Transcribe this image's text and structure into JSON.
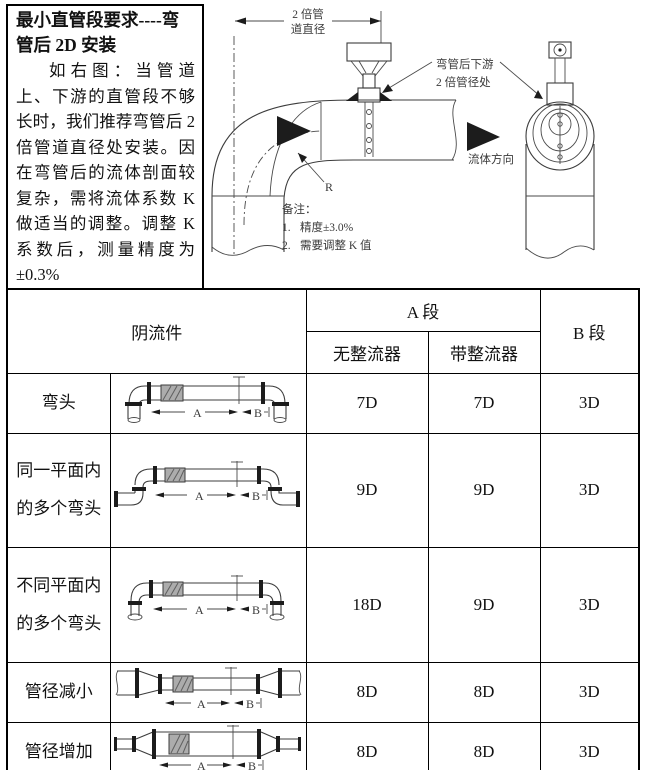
{
  "info_box": {
    "title": "最小直管段要求----弯管后 2D 安装",
    "body": "如右图：当管道上、下游的直管段不够长时，我们推荐弯管后 2 倍管道直径处安装。因在弯管后的流体剖面较复杂，需将流体系数 K 做适当的调整。调整 K 系数后，测量精度为±0.3%"
  },
  "diagram": {
    "dim_label_line1": "2 倍管",
    "dim_label_line2": "道直径",
    "annotation_line1": "弯管后下游",
    "annotation_line2": "2 倍管径处",
    "radius_label": "R",
    "notes_title": "备注：",
    "note1_num": "1.",
    "note1": "精度±3.0%",
    "note2_num": "2.",
    "note2": "需要调整 K 值",
    "flow_label": "流体方向",
    "dim_a": "A",
    "dim_b": "B"
  },
  "table": {
    "col_obstruction": "阴流件",
    "col_a": "A 段",
    "col_a_no_conditioner": "无整流器",
    "col_a_with_conditioner": "带整流器",
    "col_b": "B 段",
    "rows": [
      {
        "label": "弯头",
        "no_cond": "7D",
        "with_cond": "7D",
        "b": "3D"
      },
      {
        "label": "同一平面内的多个弯头",
        "no_cond": "9D",
        "with_cond": "9D",
        "b": "3D"
      },
      {
        "label": "不同平面内的多个弯头",
        "no_cond": "18D",
        "with_cond": "9D",
        "b": "3D"
      },
      {
        "label": "管径减小",
        "no_cond": "8D",
        "with_cond": "8D",
        "b": "3D"
      },
      {
        "label": "管径增加",
        "no_cond": "8D",
        "with_cond": "8D",
        "b": "3D"
      }
    ]
  }
}
